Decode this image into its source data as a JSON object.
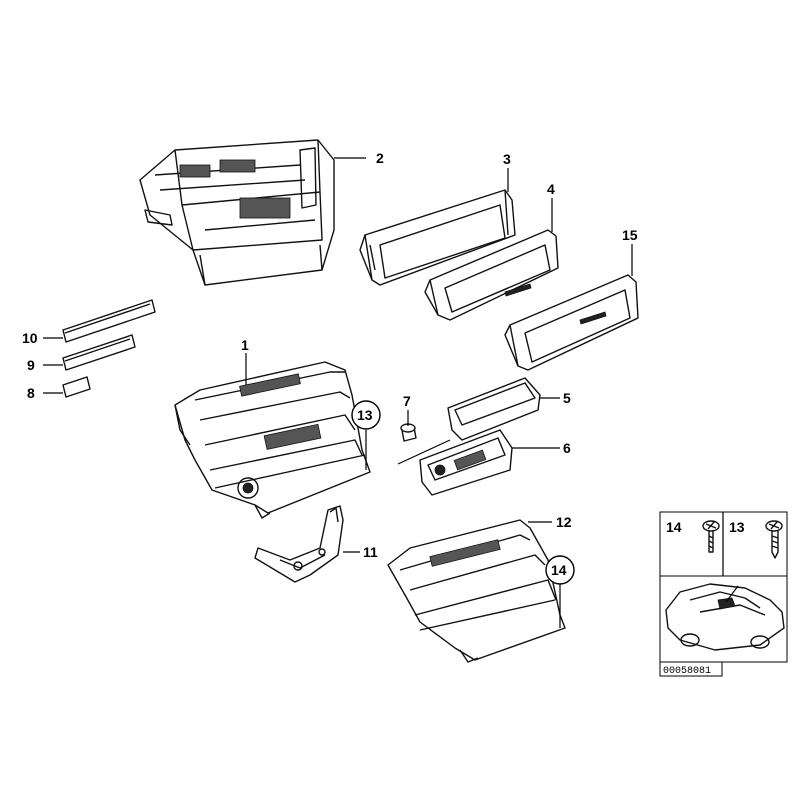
{
  "diagram_ref": "00058081",
  "callouts": {
    "c1": "1",
    "c2": "2",
    "c3": "3",
    "c4": "4",
    "c5": "5",
    "c6": "6",
    "c7": "7",
    "c8": "8",
    "c9": "9",
    "c10": "10",
    "c11": "11",
    "c12": "12",
    "c13": "13",
    "c14": "14",
    "c15": "15"
  },
  "legend": {
    "item_a": "14",
    "item_b": "13"
  }
}
